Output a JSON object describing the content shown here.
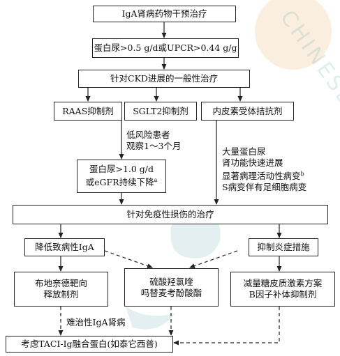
{
  "watermark": {
    "text": "CHINESE MEDI"
  },
  "nodes": {
    "n1": "IgA肾病药物干预治疗",
    "n2": "蛋白尿>0.5 g/d或UPCR>0.44 g/g",
    "n3": "针对CKD进展的一般性治疗",
    "n4": "RAAS抑制剂",
    "n5": "SGLT2抑制剂",
    "n6": "内皮素受体拮抗剂",
    "n7": {
      "line1": "蛋白尿>1.0 g/d",
      "line2": "或eGFR持续下降",
      "sup": "a"
    },
    "n8": "针对免疫性损伤的治疗",
    "n9": "降低致病性IgA",
    "n10": "抑制炎症措施",
    "n11": {
      "line1": "布地奈德靶向",
      "line2": "释放制剂"
    },
    "n12": {
      "line1": "硫酸羟氯喹",
      "line2": "吗替麦考酚酸酯"
    },
    "n13": {
      "line1": "减量糖皮质激素方案",
      "line2": "B因子补体抑制剂"
    },
    "n14": "考虑TACI-Ig融合蛋白(如泰它西普)"
  },
  "labels": {
    "low_risk": {
      "line1": "低风险患者",
      "line2": "观察1～3个月"
    },
    "high_risk": {
      "line1": "大量蛋白尿",
      "line2": "肾功能快速进展",
      "line3": "显著病理活动性病变",
      "line3_sup": "b",
      "line4": "S病变伴有足细胞病变"
    },
    "refractory": "难治性IgA肾病"
  }
}
